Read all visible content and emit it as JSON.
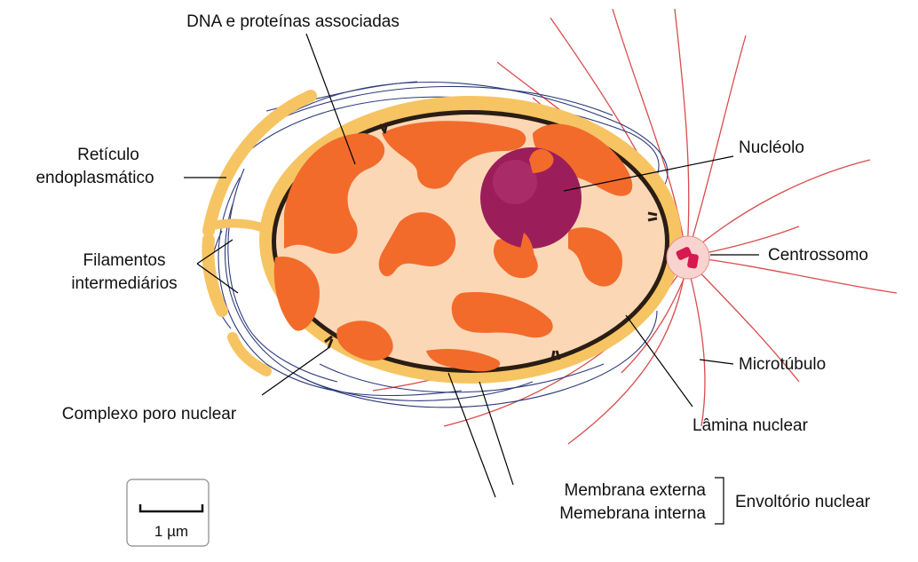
{
  "labels": {
    "dna": "DNA e proteínas associadas",
    "reticulo_1": "Retículo",
    "reticulo_2": "endoplasmático",
    "filamentos_1": "Filamentos",
    "filamentos_2": "intermediários",
    "nucleolo": "Nucléolo",
    "centrossomo": "Centrossomo",
    "microtubulo": "Microtúbulo",
    "complexo_poro": "Complexo poro nuclear",
    "lamina": "Lâmina nuclear",
    "membrana_externa": "Membrana externa",
    "membrana_interna": "Memebrana interna",
    "envoltorio": "Envoltório nuclear",
    "scale": "1 µm"
  },
  "colors": {
    "envelope_outer": "#f7c463",
    "reticulo": "#f7c463",
    "lamina_dark": "#2a1d14",
    "nucleoplasm": "#fbd7b5",
    "chromatin": "#f26b2b",
    "nucleolus": "#9b1e5a",
    "intermediate_filaments": "#2d3b7a",
    "microtubules": "#d94c4c",
    "centrosome_body": "#d6194f",
    "centrosome_halo": "#f9d3cf"
  }
}
